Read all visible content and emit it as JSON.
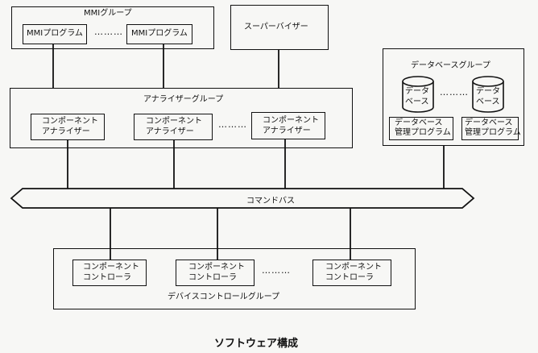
{
  "mmi_group": {
    "title": "MMIグループ",
    "program_1": "MMIプログラム",
    "program_2": "MMIプログラム",
    "ellipsis": "………"
  },
  "supervisor": {
    "label": "スーパーバイザー"
  },
  "analyzer_group": {
    "title": "アナライザーグループ",
    "items": [
      {
        "line1": "コンポーネント",
        "line2": "アナライザー"
      },
      {
        "line1": "コンポーネント",
        "line2": "アナライザー"
      },
      {
        "line1": "コンポーネント",
        "line2": "アナライザー"
      }
    ],
    "ellipsis": "………"
  },
  "database_group": {
    "title": "データベースグループ",
    "db_1": {
      "line1": "データ",
      "line2": "ベース"
    },
    "db_2": {
      "line1": "データ",
      "line2": "ベース"
    },
    "prog_1": {
      "line1": "データベース",
      "line2": "管理プログラム"
    },
    "prog_2": {
      "line1": "データベース",
      "line2": "管理プログラム"
    },
    "ellipsis": "………"
  },
  "command_bus": {
    "label": "コマンドバス"
  },
  "device_group": {
    "title": "デバイスコントロールグループ",
    "items": [
      {
        "line1": "コンポーネント",
        "line2": "コントローラ"
      },
      {
        "line1": "コンポーネント",
        "line2": "コントローラ"
      },
      {
        "line1": "コンポーネント",
        "line2": "コントローラ"
      }
    ],
    "ellipsis": "………"
  },
  "caption": "ソフトウェア構成"
}
